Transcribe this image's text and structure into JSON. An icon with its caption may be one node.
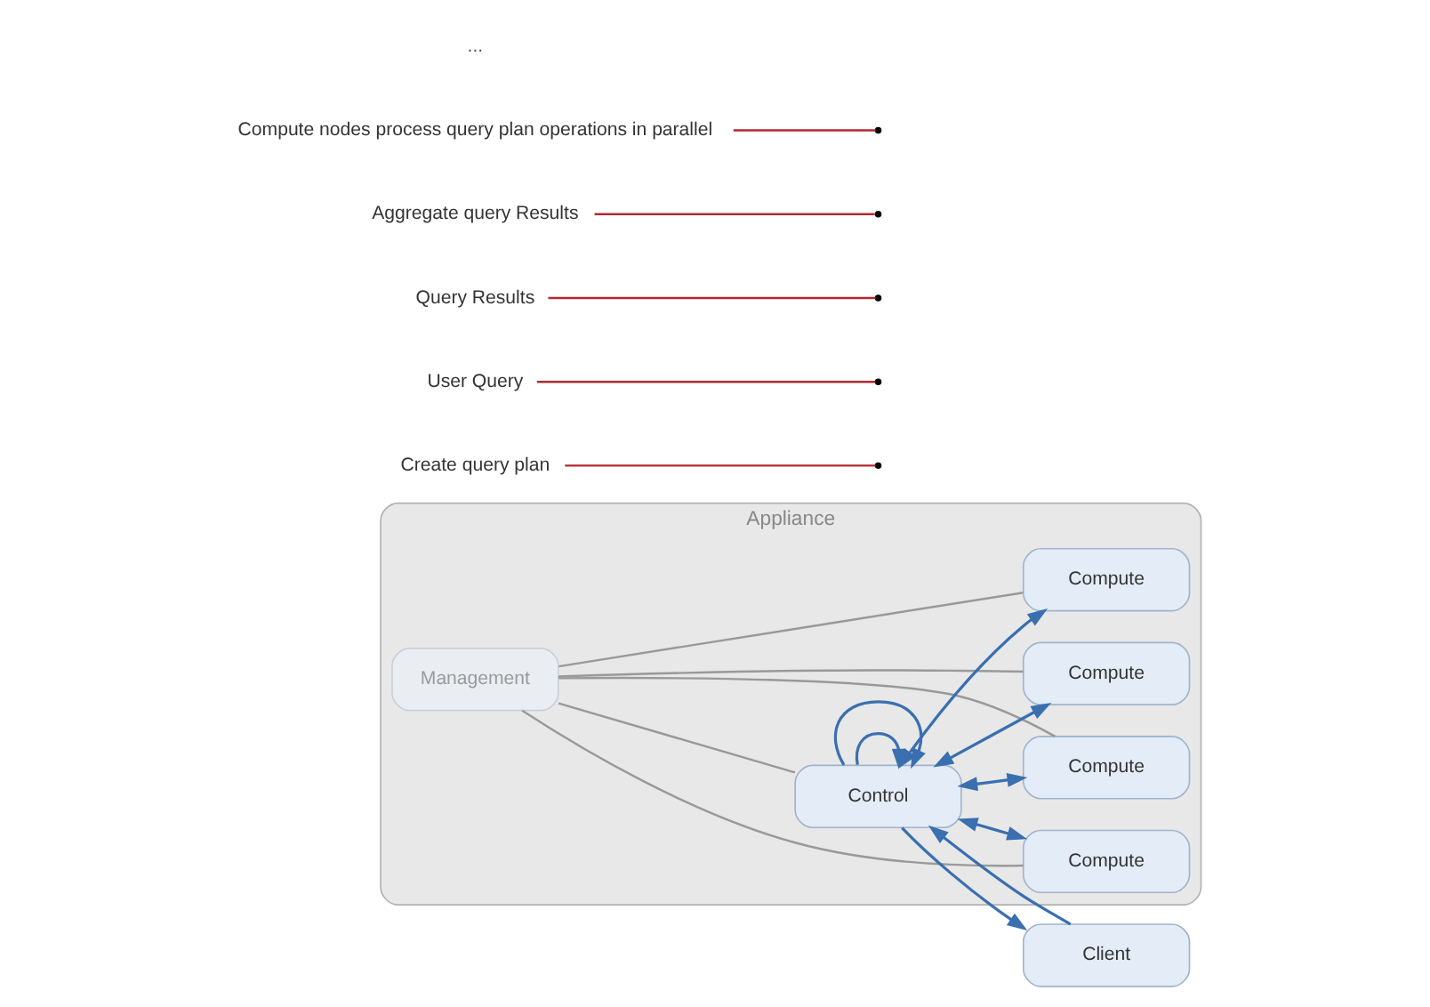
{
  "diagram": {
    "nodes": [
      {
        "text": [
          "Appliance"
        ]
      },
      {
        "text": [
          "Client"
        ]
      },
      {
        "text": [
          "Management"
        ],
        "in": 0
      },
      {
        "text": [
          "Control"
        ],
        "in": 0
      },
      {
        "text": [
          "Compute"
        ],
        "in": 0
      },
      {
        "text": [
          "Compute"
        ],
        "in": 0
      },
      {
        "text": [
          "Compute"
        ],
        "in": 0
      },
      {
        "text": [
          "Compute"
        ],
        "in": 0
      },
      {
        "text": [
          "Create query plan"
        ]
      },
      {
        "text": [
          "User Query"
        ]
      },
      {
        "text": [
          "Query Results"
        ]
      },
      {
        "text": [
          "Aggregate query Results"
        ]
      },
      {
        "text": [
          "Compute nodes process query plan operations in parallel"
        ]
      }
    ],
    "edges": [
      {
        "from": 1,
        "to": 3,
        "arrow": "to"
      },
      {
        "from": 3,
        "to": 1,
        "arrow": "to"
      },
      {
        "from": 3,
        "to": 3,
        "arrow": "to"
      },
      {
        "from": 3,
        "to": 3,
        "arrow": "to"
      },
      {
        "from": 3,
        "to": 4,
        "arrow": "both"
      },
      {
        "from": 3,
        "to": 5,
        "arrow": "both"
      },
      {
        "from": 3,
        "to": 6,
        "arrow": "both"
      },
      {
        "from": 3,
        "to": 7,
        "arrow": "both"
      },
      {
        "from": 2,
        "to": 3,
        "arrow": "none",
        "color": "#999999"
      },
      {
        "from": 2,
        "to": 4,
        "arrow": "none",
        "color": "#999999"
      },
      {
        "from": 2,
        "to": 5,
        "arrow": "none",
        "color": "#999999"
      },
      {
        "from": 2,
        "to": 6,
        "arrow": "none",
        "color": "#999999"
      },
      {
        "from": 2,
        "to": 7,
        "arrow": "none",
        "color": "#999999"
      },
      {
        "from": 8,
        "to": null,
        "arrow": "none",
        "color": "#b02a30"
      },
      {
        "from": 9,
        "to": null,
        "arrow": "none",
        "color": "#b02a30"
      },
      {
        "from": 10,
        "to": null,
        "arrow": "none",
        "color": "#b02a30"
      },
      {
        "from": 11,
        "to": null,
        "arrow": "none",
        "color": "#b02a30"
      },
      {
        "from": 12,
        "to": null,
        "arrow": "none",
        "color": "#b02a30"
      }
    ],
    "labels": [
      "..."
    ]
  }
}
